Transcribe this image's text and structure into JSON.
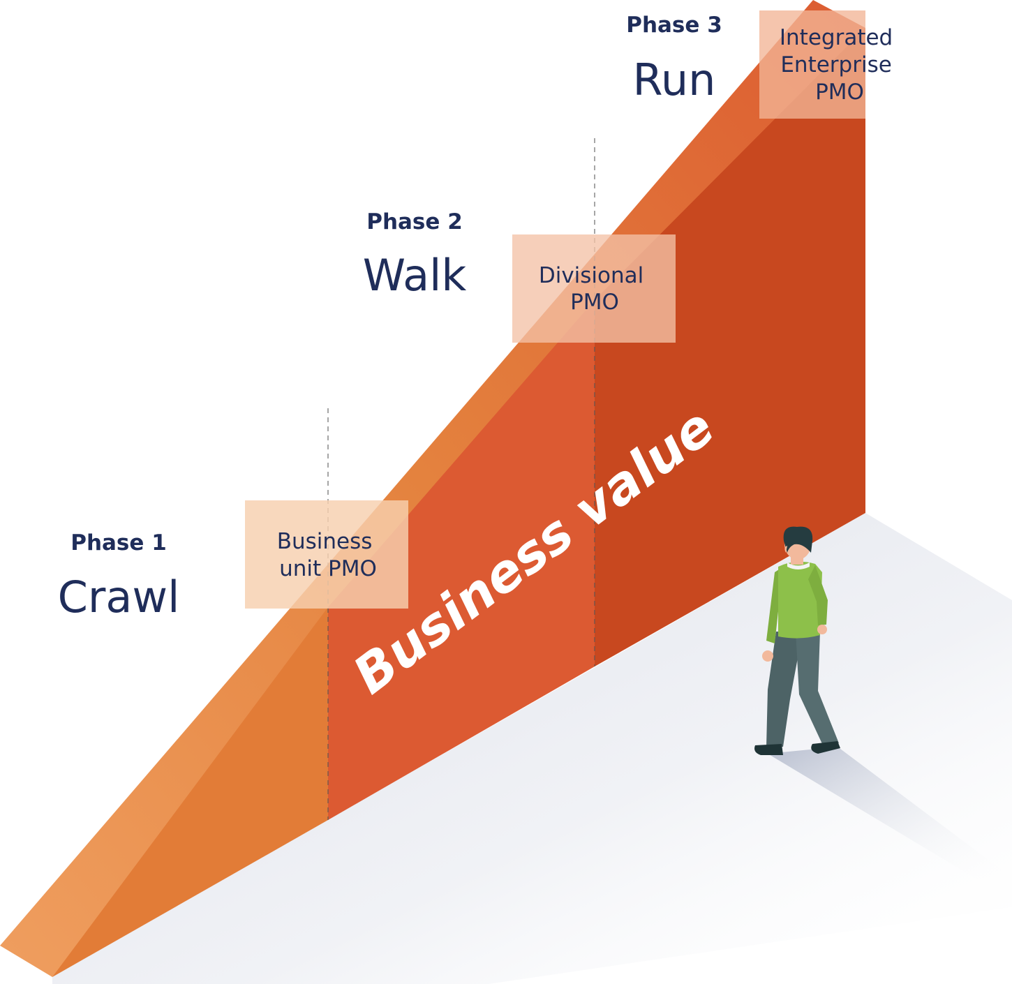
{
  "phases": [
    {
      "phase": "Phase 1",
      "stage": "Crawl",
      "pmo_line1": "Business",
      "pmo_line2": "unit PMO",
      "pmo_line3": ""
    },
    {
      "phase": "Phase 2",
      "stage": "Walk",
      "pmo_line1": "Divisional",
      "pmo_line2": "PMO",
      "pmo_line3": ""
    },
    {
      "phase": "Phase 3",
      "stage": "Run",
      "pmo_line1": "Integrated",
      "pmo_line2": "Enterprise",
      "pmo_line3": "PMO"
    }
  ],
  "wall_label": "Business value",
  "colors": {
    "text_navy": "#1f2d5a",
    "top_face_light": "#ee9d5e",
    "side_phase1": "#e27d38",
    "side_phase2": "#dc5b32",
    "side_phase3": "#c84920",
    "person_shirt": "#8dc04a",
    "person_pants": "#4d6366",
    "person_hair": "#253c40",
    "person_skin": "#f2b99c"
  },
  "icons": {
    "person": "walking-person-icon"
  }
}
